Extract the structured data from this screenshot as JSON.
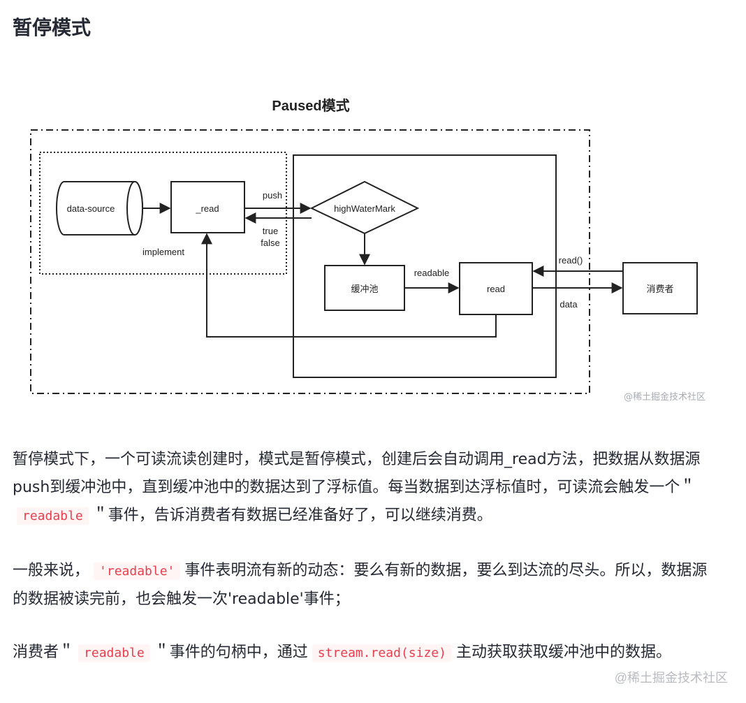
{
  "heading": "暂停模式",
  "diagram": {
    "title": "Paused模式",
    "nodes": {
      "data_source": "data-source",
      "read_impl": "_read",
      "high_water_mark": "highWaterMark",
      "buffer_pool": "缓冲池",
      "read": "read",
      "consumer": "消费者"
    },
    "labels": {
      "push": "push",
      "true": "true",
      "false": "false",
      "implement": "implement",
      "readable": "readable",
      "read_call": "read()",
      "data": "data"
    },
    "watermark": "@稀土掘金技术社区"
  },
  "paragraphs": {
    "p1": {
      "text_a": "暂停模式下，一个可读流读创建时，模式是暂停模式，创建后会自动调用_read方法，把数据从数据源push到缓冲池中，直到缓冲池中的数据达到了浮标值。每当数据到达浮标值时，可读流会触发一个＂",
      "code": "readable",
      "text_b": "＂事件，告诉消费者有数据已经准备好了，可以继续消费。"
    },
    "p2": {
      "text_a": "一般来说，",
      "code": "'readable'",
      "text_b": "事件表明流有新的动态：要么有新的数据，要么到达流的尽头。所以，数据源的数据被读完前，也会触发一次'readable'事件；"
    },
    "p3": {
      "text_a": "消费者＂",
      "code1": "readable",
      "text_b": "＂事件的句柄中，通过",
      "code2": "stream.read(size)",
      "text_c": "主动获取获取缓冲池中的数据。"
    }
  },
  "page_watermark": "@稀土掘金技术社区"
}
